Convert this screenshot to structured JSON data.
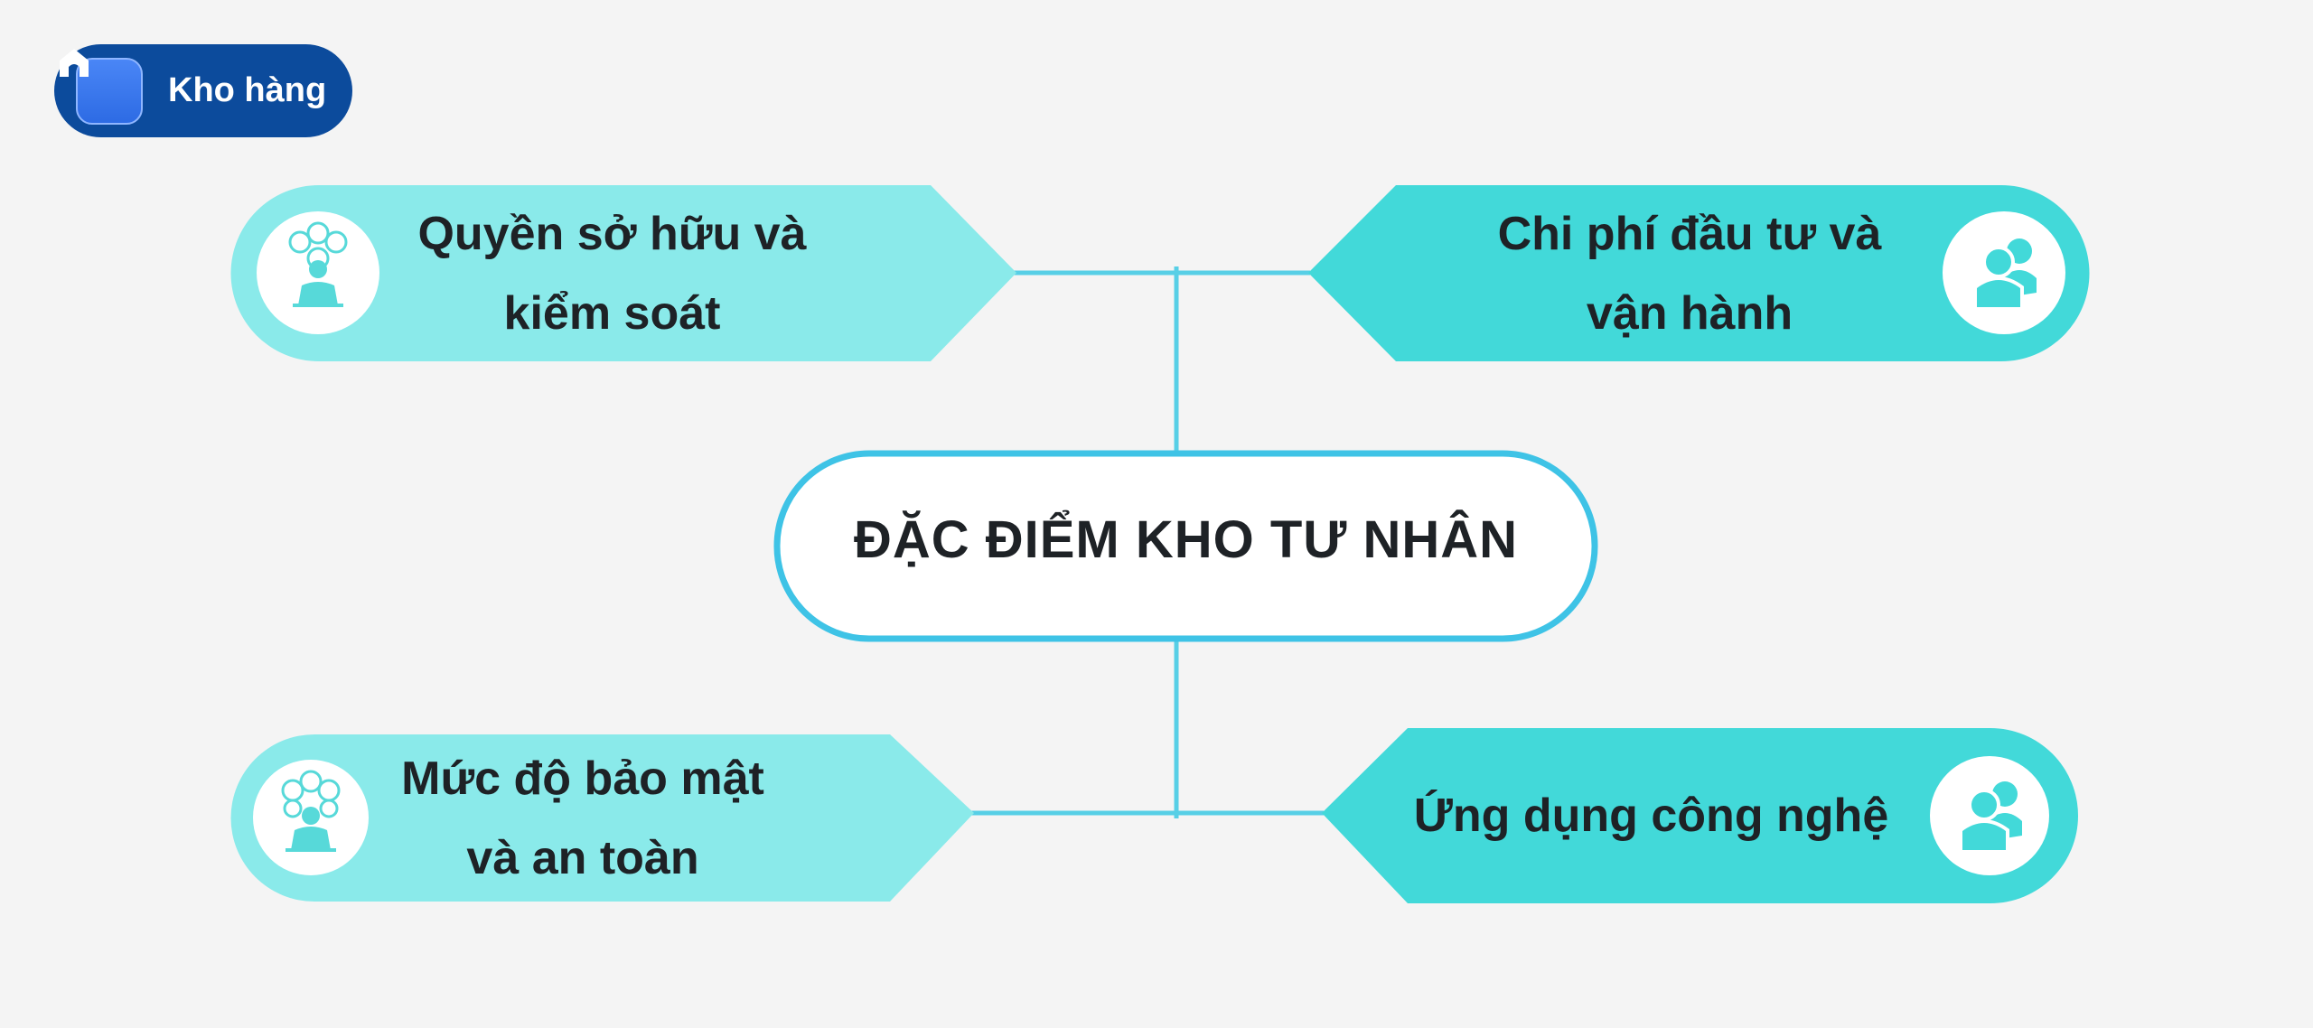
{
  "brand": {
    "name": "Kho hàng",
    "icon": "home-icon",
    "bg_color": "#0c4b9c"
  },
  "center": {
    "title": "ĐẶC ĐIỂM KHO TƯ NHÂN",
    "border_color": "#3ec3e6"
  },
  "cards": [
    {
      "lines": [
        "Quyền sở hữu và",
        "kiểm soát"
      ],
      "icon": "person-network-icon",
      "color": "#8aeaea"
    },
    {
      "lines": [
        "Chi phí đầu tư và",
        "vận hành"
      ],
      "icon": "people-group-icon",
      "color": "#42d9d9"
    },
    {
      "lines": [
        "Mức độ bảo mật",
        "và an toàn"
      ],
      "icon": "person-network-icon",
      "color": "#8aeaea"
    },
    {
      "lines": [
        "Ứng dụng công nghệ"
      ],
      "icon": "people-group-icon",
      "color": "#42d9d9"
    }
  ],
  "connector_color": "#57cfe6"
}
